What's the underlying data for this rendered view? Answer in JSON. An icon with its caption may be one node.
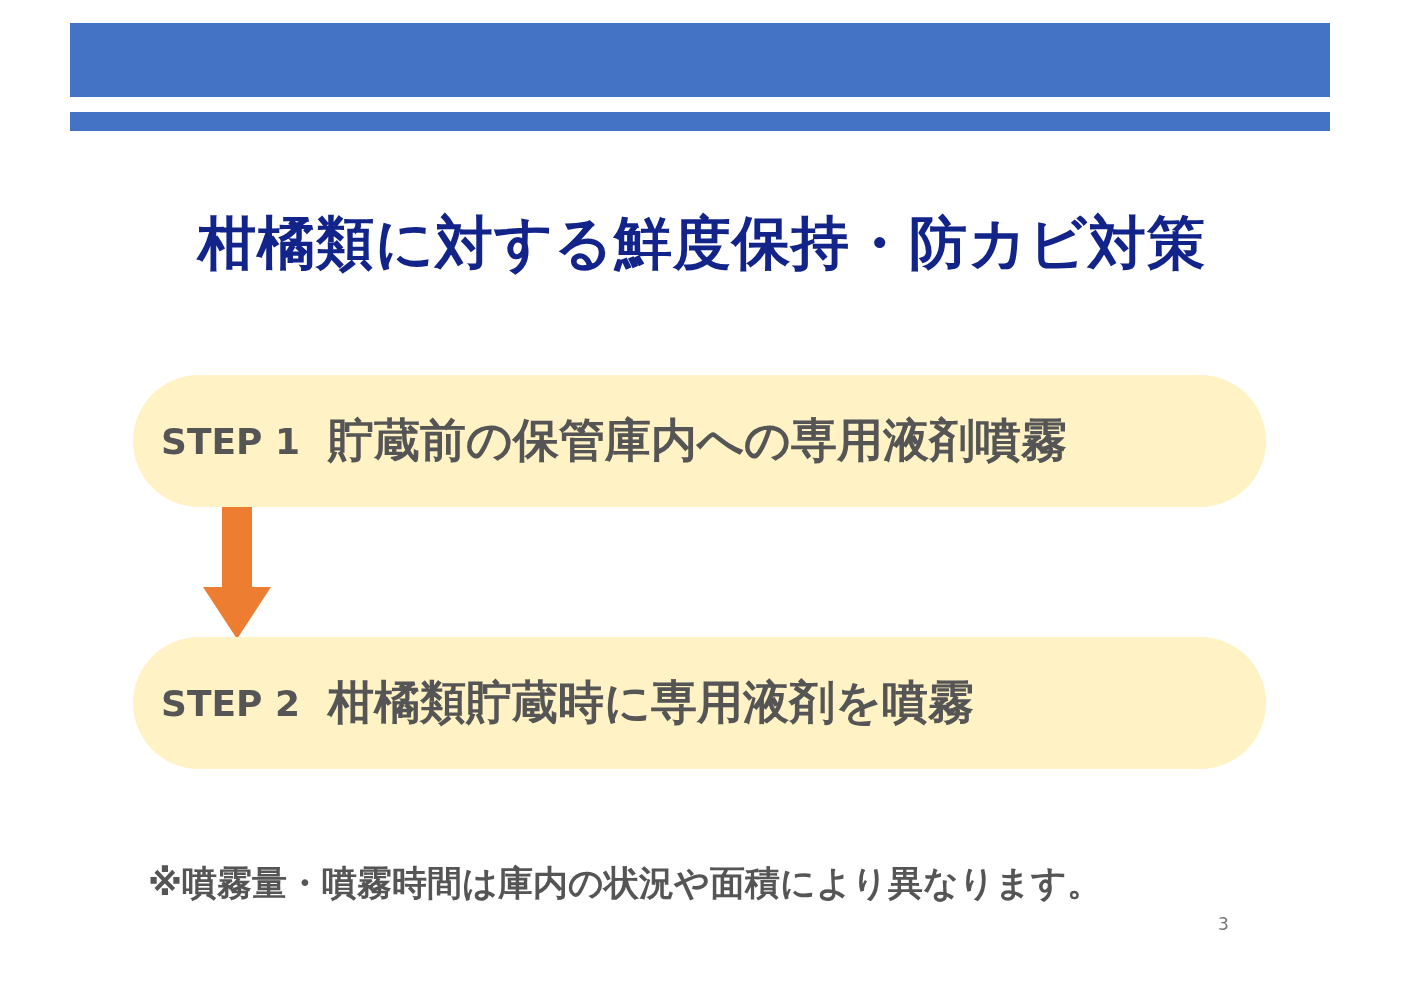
{
  "diagram": {
    "title": "柑橘類に対する鮮度保持・防カビ対策",
    "nodes": [
      {
        "text": [
          "STEP 1",
          "貯蔵前の保管庫内への専用液剤噴霧"
        ]
      },
      {
        "text": [
          "STEP 2",
          "柑橘類貯蔵時に専用液剤を噴霧"
        ]
      }
    ],
    "edges": [
      {
        "from": 0,
        "to": 1,
        "arrow": "to"
      }
    ],
    "labels": [
      "※噴霧量・噴霧時間は庫内の状況や面積により異なります。",
      "3"
    ]
  }
}
